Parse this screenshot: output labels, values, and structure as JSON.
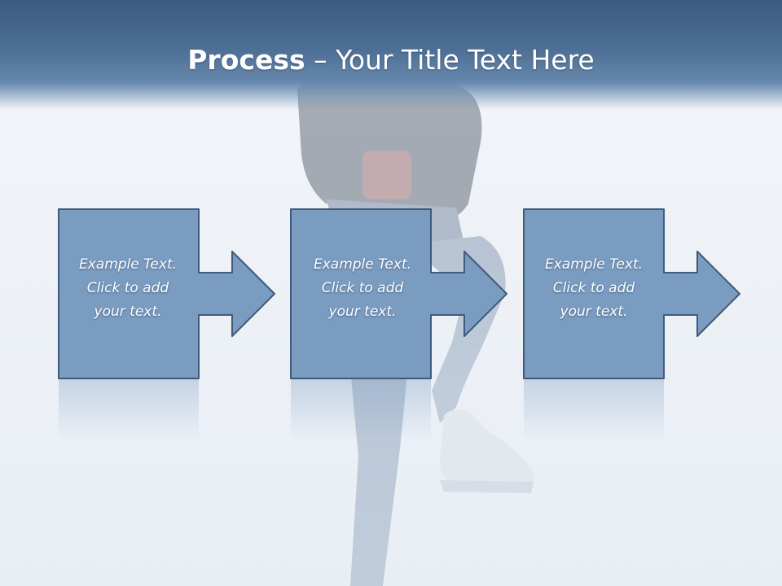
{
  "slide": {
    "title_bold": "Process",
    "title_rest": " – Your Title Text Here"
  },
  "steps": [
    {
      "line1": "Example Text.",
      "line2": "Click  to add",
      "line3": "your text."
    },
    {
      "line1": "Example Text.",
      "line2": "Click  to add",
      "line3": "your text."
    },
    {
      "line1": "Example Text.",
      "line2": "Click  to add",
      "line3": "your text."
    }
  ],
  "colors": {
    "title_band": "#4e6f95",
    "shape_fill": "#7a9cc0",
    "shape_stroke": "#3f5a7a",
    "text": "#ffffff"
  }
}
